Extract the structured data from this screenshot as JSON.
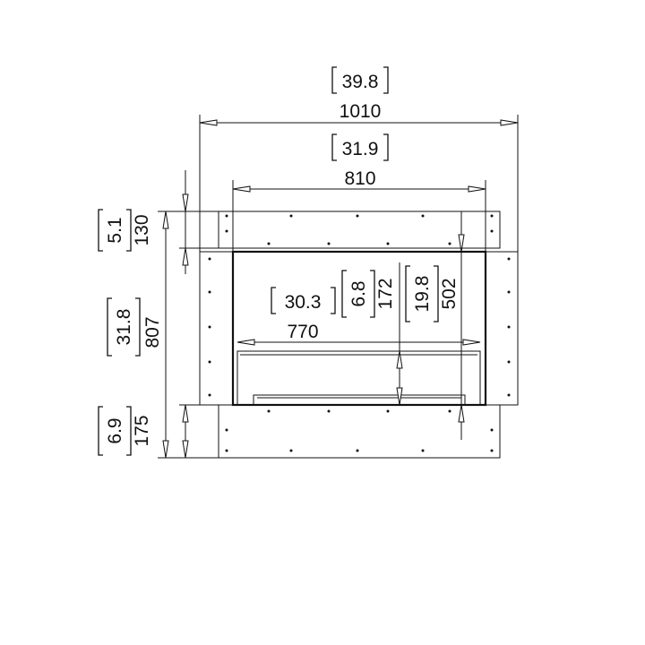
{
  "dimensions": {
    "overall_width": {
      "inches": "39.8",
      "mm": "1010"
    },
    "viewing_width": {
      "inches": "31.9",
      "mm": "810"
    },
    "inner_width": {
      "inches": "30.3",
      "mm": "770"
    },
    "top_height": {
      "inches": "5.1",
      "mm": "130"
    },
    "overall_height": {
      "inches": "31.8",
      "mm": "807"
    },
    "bottom_height": {
      "inches": "6.9",
      "mm": "175"
    },
    "burner_height": {
      "inches": "6.8",
      "mm": "172"
    },
    "opening_height": {
      "inches": "19.8",
      "mm": "502"
    }
  },
  "colors": {
    "line": "#111111",
    "background": "#ffffff"
  }
}
